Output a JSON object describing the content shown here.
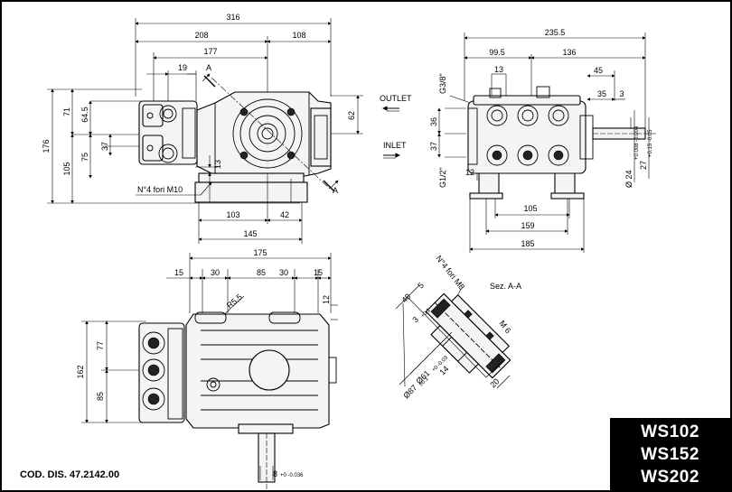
{
  "models": [
    "WS102",
    "WS152",
    "WS202"
  ],
  "code": "COD. DIS. 47.2142.00",
  "labels": {
    "outlet": "OUTLET",
    "inlet": "INLET",
    "section": "Sez. A-A",
    "holes_m10": "N°4 fori M10",
    "holes_m8": "N°4 fori M8",
    "cut_a1": "A",
    "cut_a2": "A",
    "port_g38": "G3/8\"",
    "port_g12": "G1/2\"",
    "thread_m6": "M 6",
    "radius": "R5.5"
  },
  "side_view": {
    "d316": "316",
    "d208": "208",
    "d108": "108",
    "d177": "177",
    "d19": "19",
    "d71": "71",
    "d64_5": "64.5",
    "d176": "176",
    "d37": "37",
    "d75": "75",
    "d105": "105",
    "d13": "13",
    "d103": "103",
    "d42": "42",
    "d145": "145",
    "d62": "62"
  },
  "end_view": {
    "d235_5": "235.5",
    "d99_5": "99.5",
    "d136": "136",
    "d13": "13",
    "d45": "45",
    "d35": "35",
    "d3": "3",
    "d36": "36",
    "d37": "37",
    "d12": "12",
    "d24": "Ø 24",
    "d24_tol": "+0.008 -0.004",
    "d27": "27",
    "d27_tol": "+0.15 -0.05",
    "d105": "105",
    "d159": "159",
    "d185": "185"
  },
  "top_view": {
    "d175": "175",
    "d15a": "15",
    "d30a": "30",
    "d85": "85",
    "d30b": "30",
    "d15b": "15",
    "d12": "12",
    "d162": "162",
    "d77": "77",
    "d85v": "85",
    "d8": "8",
    "d8_tol": "+0 -0.036"
  },
  "section_view": {
    "d5": "5",
    "d40": "40",
    "d3": "3",
    "d3_tol": "+0.1",
    "d14": "14",
    "d20": "20",
    "d61": "Ø61",
    "d61_tol": "+0 -0.03",
    "d87": "Ø87",
    "d87_tol": "±0.1"
  }
}
